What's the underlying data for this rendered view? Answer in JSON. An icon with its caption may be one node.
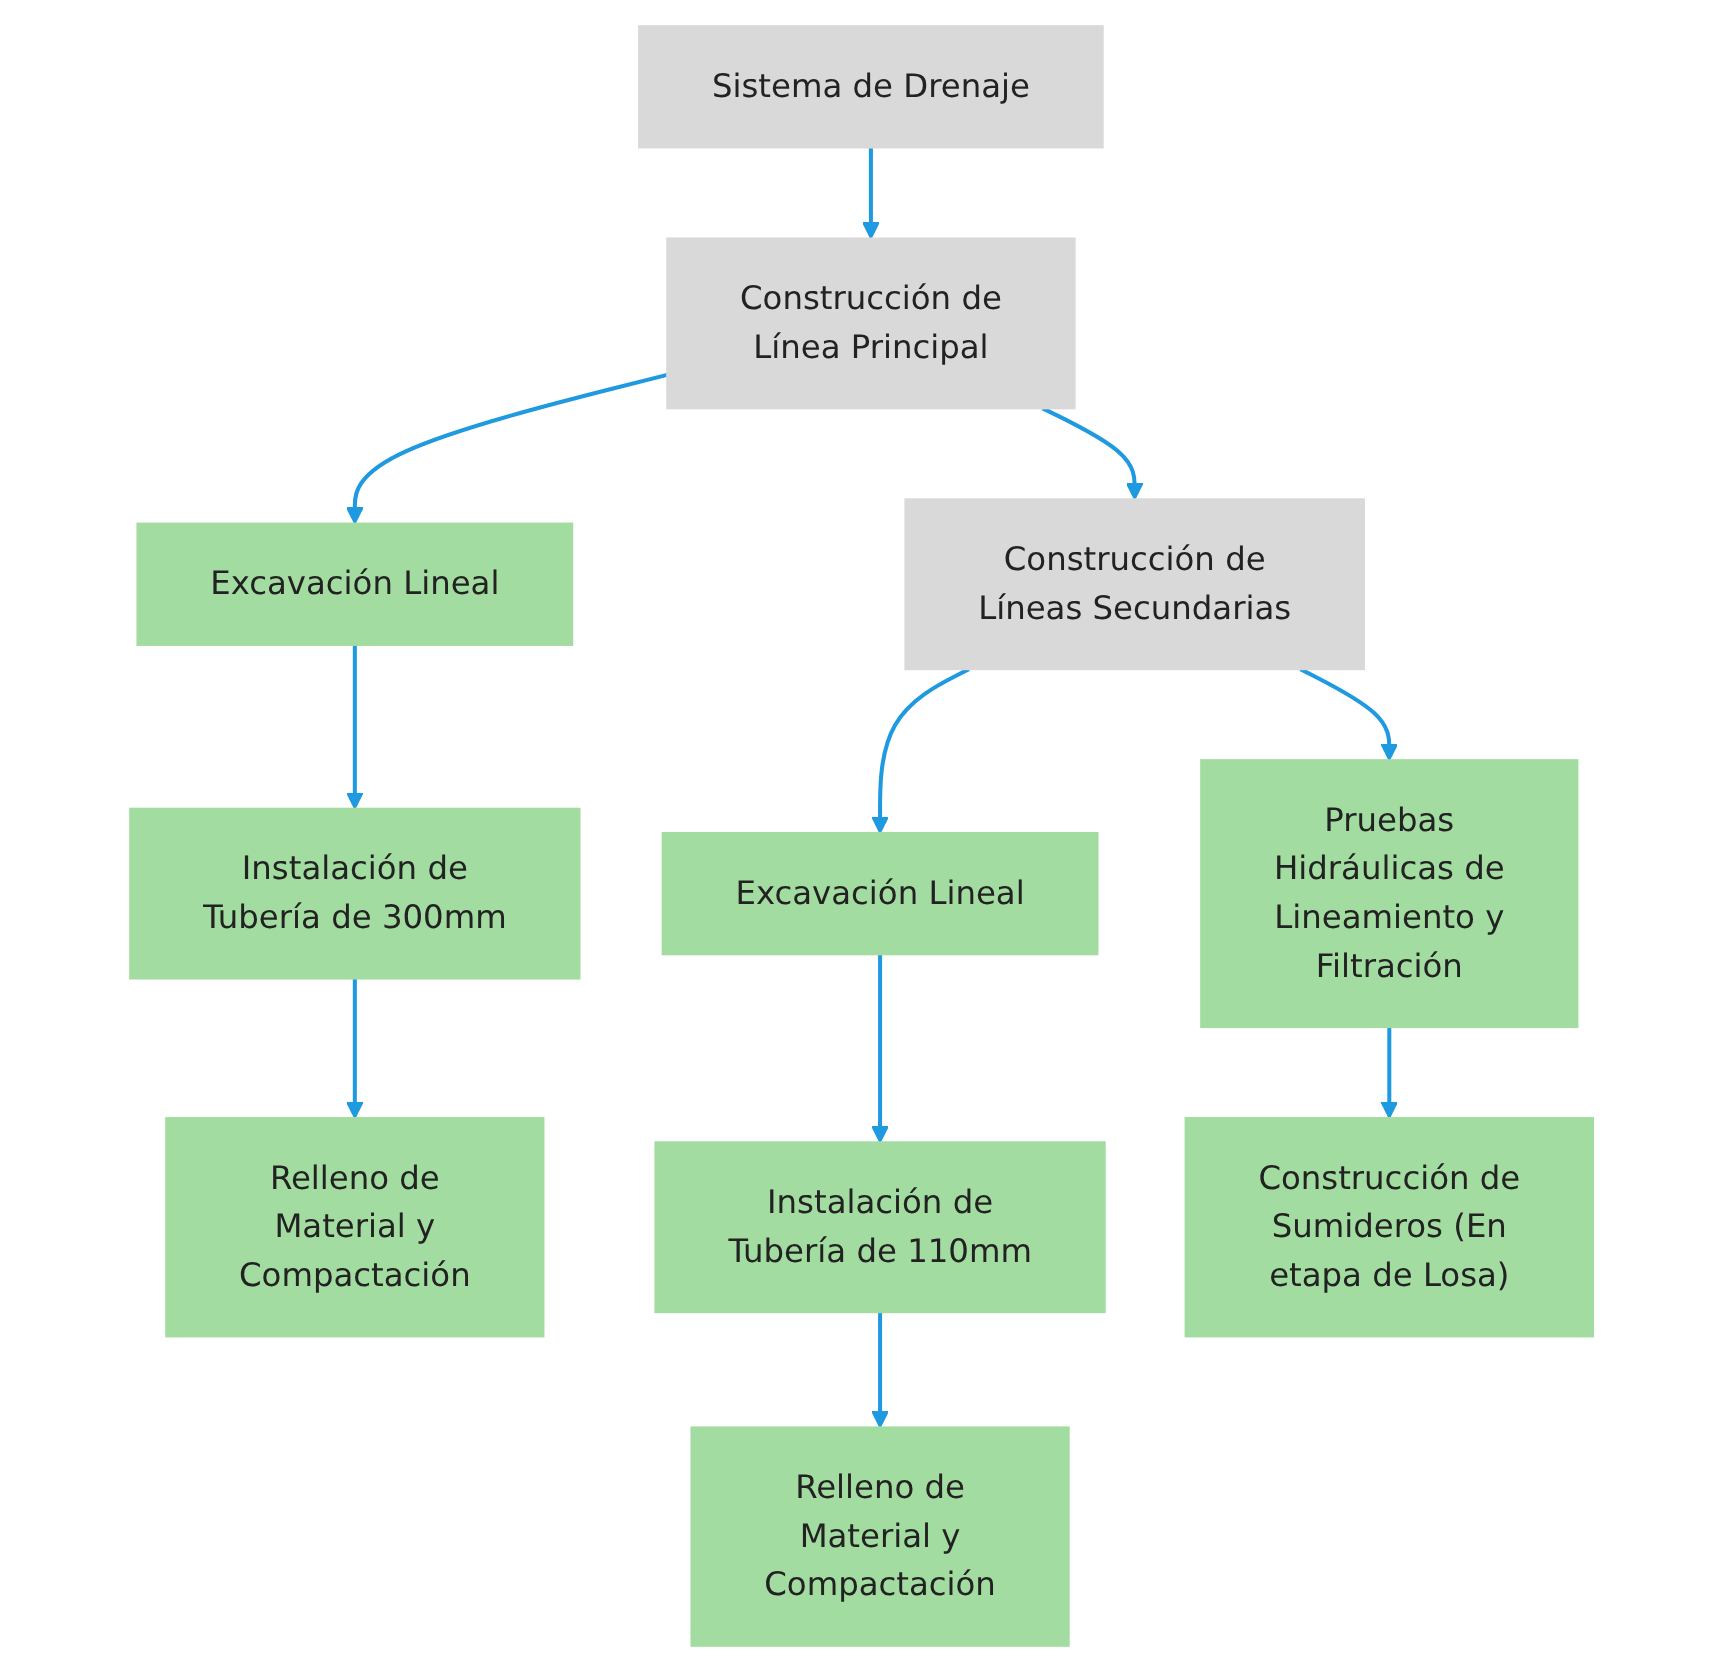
{
  "diagram": {
    "nodes": [
      {
        "text": [
          "Sistema de Drenaje"
        ]
      },
      {
        "text": [
          "Construcción de Línea Principal"
        ]
      },
      {
        "text": [
          "Excavación Lineal"
        ]
      },
      {
        "text": [
          "Instalación de Tubería de 300mm"
        ]
      },
      {
        "text": [
          "Relleno de Material y Compactación"
        ]
      },
      {
        "text": [
          "Excavación Lineal"
        ]
      },
      {
        "text": [
          "Construcción de Líneas Secundarias"
        ]
      },
      {
        "text": [
          "Instalación de Tubería de 110mm"
        ]
      },
      {
        "text": [
          "Relleno de Material y Compactación"
        ]
      },
      {
        "text": [
          "Pruebas Hidráulicas de Lineamiento y Filtración"
        ]
      },
      {
        "text": [
          "Construcción de Sumideros (En etapa de Losa)"
        ]
      }
    ],
    "edges": [
      {
        "from": 0,
        "to": 1,
        "arrow": "to"
      },
      {
        "from": 1,
        "to": 2,
        "arrow": "to"
      },
      {
        "from": 2,
        "to": 3,
        "arrow": "to"
      },
      {
        "from": 3,
        "to": 4,
        "arrow": "to"
      },
      {
        "from": 1,
        "to": 6,
        "arrow": "to"
      },
      {
        "from": 6,
        "to": 5,
        "arrow": "to"
      },
      {
        "from": 5,
        "to": 7,
        "arrow": "to"
      },
      {
        "from": 7,
        "to": 8,
        "arrow": "to"
      },
      {
        "from": 6,
        "to": 9,
        "arrow": "to"
      },
      {
        "from": 9,
        "to": 10,
        "arrow": "to"
      }
    ]
  }
}
